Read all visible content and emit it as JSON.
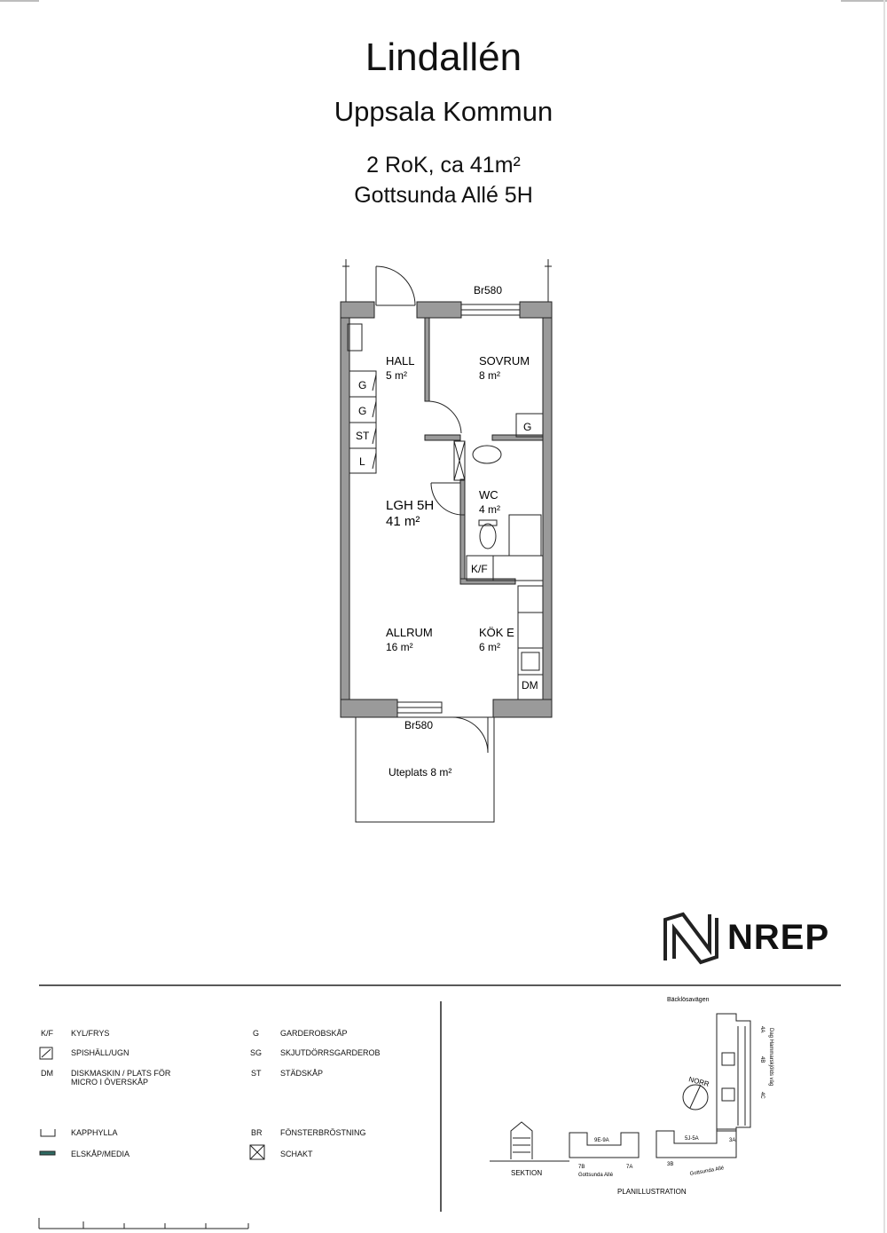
{
  "header": {
    "title": "Lindallén",
    "subtitle": "Uppsala Kommun",
    "apartment_type": "2 RoK, ca 41m²",
    "address": "Gottsunda Allé 5H"
  },
  "plan": {
    "window_top": "Br580",
    "window_bottom": "Br580",
    "rooms": {
      "hall": {
        "name": "HALL",
        "area": "5 m²"
      },
      "sovrum": {
        "name": "SOVRUM",
        "area": "8 m²"
      },
      "lgh": {
        "name": "LGH 5H",
        "area": "41 m²"
      },
      "wc": {
        "name": "WC",
        "area": "4 m²"
      },
      "allrum": {
        "name": "ALLRUM",
        "area": "16 m²"
      },
      "kok": {
        "name": "KÖK E",
        "area": "6 m²"
      }
    },
    "uteplats": "Uteplats 8 m²",
    "closets": [
      "G",
      "G",
      "ST",
      "L"
    ],
    "sovrum_closet": "G",
    "kf": "K/F",
    "dm": "DM"
  },
  "brand": {
    "name": "NREP"
  },
  "legend": {
    "left": [
      {
        "code": "K/F",
        "text": "KYL/FRYS"
      },
      {
        "code": "",
        "text": "SPISHÄLL/UGN",
        "icon": "stove-icon"
      },
      {
        "code": "DM",
        "text": "DISKMASKIN / PLATS FÖR",
        "text2": "MICRO I ÖVERSKÅP"
      },
      {
        "code": "",
        "text": "KAPPHYLLA",
        "icon": "coat-rack-icon"
      },
      {
        "code": "",
        "text": "ELSKÅP/MEDIA",
        "icon": "electrical-cabinet-icon"
      }
    ],
    "right": [
      {
        "code": "G",
        "text": "GARDEROBSKÅP"
      },
      {
        "code": "SG",
        "text": "SKJUTDÖRRSGARDEROB"
      },
      {
        "code": "ST",
        "text": "STÄDSKÅP"
      },
      {
        "code": "BR",
        "text": "FÖNSTERBRÖSTNING"
      },
      {
        "code": "",
        "text": "SCHAKT",
        "icon": "shaft-icon"
      }
    ]
  },
  "site": {
    "road_top": "Bäcklösavägen",
    "road_right": "Dag Hammarskjölds väg",
    "north": "NORR",
    "sektion": "SEKTION",
    "planillustration": "PLANILLUSTRATION",
    "labels": {
      "b1": "9E-9A",
      "b1_left": "7B",
      "b1_right": "7A",
      "b1_road": "Gottsunda Allé",
      "b2": "5J-5A",
      "b2_left": "3B",
      "b2_right": "3A",
      "b2_road": "Gottsunda Allé",
      "r1": "4A",
      "r2": "4B",
      "r3": "4C"
    }
  },
  "colors": {
    "wall": "#222222",
    "media": "#2e6b63"
  }
}
